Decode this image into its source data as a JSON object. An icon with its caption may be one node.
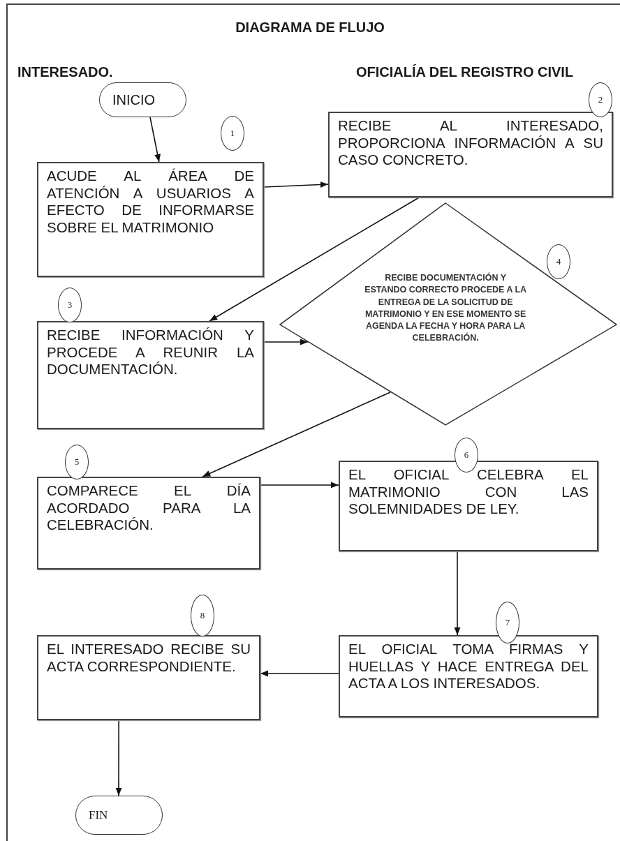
{
  "diagram": {
    "title": "DIAGRAMA DE FLUJO",
    "nodes": [
      {
        "text": [
          "INICIO"
        ]
      },
      {
        "text": [
          "1"
        ]
      },
      {
        "text": [
          "ACUDE AL ÁREA DE ATENCIÓN A USUARIOS A EFECTO DE INFORMARSE SOBRE EL MATRIMONIO"
        ]
      },
      {
        "text": [
          "2"
        ]
      },
      {
        "text": [
          "RECIBE AL INTERESADO, PROPORCIONA INFORMACIÓN A SU CASO CONCRETO."
        ]
      },
      {
        "text": [
          "3"
        ]
      },
      {
        "text": [
          "RECIBE INFORMACIÓN Y PROCEDE A REUNIR LA DOCUMENTACIÓN."
        ]
      },
      {
        "text": [
          "4"
        ]
      },
      {
        "text": [
          "RECIBE DOCUMENTACIÓN Y ESTANDO CORRECTO PROCEDE A LA ENTREGA DE LA SOLICITUD DE MATRIMONIO Y EN ESE MOMENTO SE AGENDA LA FECHA Y HORA PARA LA CELEBRACIÓN."
        ]
      },
      {
        "text": [
          "5"
        ]
      },
      {
        "text": [
          "COMPARECE EL DÍA ACORDADO PARA LA CELEBRACIÓN."
        ]
      },
      {
        "text": [
          "6"
        ]
      },
      {
        "text": [
          "EL OFICIAL CELEBRA EL MATRIMONIO CON LAS SOLEMNIDADES DE LEY."
        ]
      },
      {
        "text": [
          "8"
        ]
      },
      {
        "text": [
          "EL INTERESADO RECIBE SU ACTA CORRESPONDIENTE."
        ]
      },
      {
        "text": [
          "7"
        ]
      },
      {
        "text": [
          "EL OFICIAL TOMA FIRMAS Y HUELLAS Y HACE ENTREGA DEL ACTA A LOS INTERESADOS."
        ]
      },
      {
        "text": [
          "FIN"
        ]
      }
    ],
    "edges": [
      {
        "from": 0,
        "to": 2,
        "arrow": "to"
      },
      {
        "from": 2,
        "to": 4,
        "arrow": "to"
      },
      {
        "from": 4,
        "to": 6,
        "arrow": "to"
      },
      {
        "from": 6,
        "to": 8,
        "arrow": "to"
      },
      {
        "from": 8,
        "to": 10,
        "arrow": "to"
      },
      {
        "from": 10,
        "to": 12,
        "arrow": "to"
      },
      {
        "from": 12,
        "to": 16,
        "arrow": "to"
      },
      {
        "from": 16,
        "to": 14,
        "arrow": "to"
      },
      {
        "from": 14,
        "to": 17,
        "arrow": "to"
      }
    ],
    "labels": [
      "INTERESADO.",
      "OFICIALÍA DEL REGISTRO CIVIL"
    ]
  }
}
